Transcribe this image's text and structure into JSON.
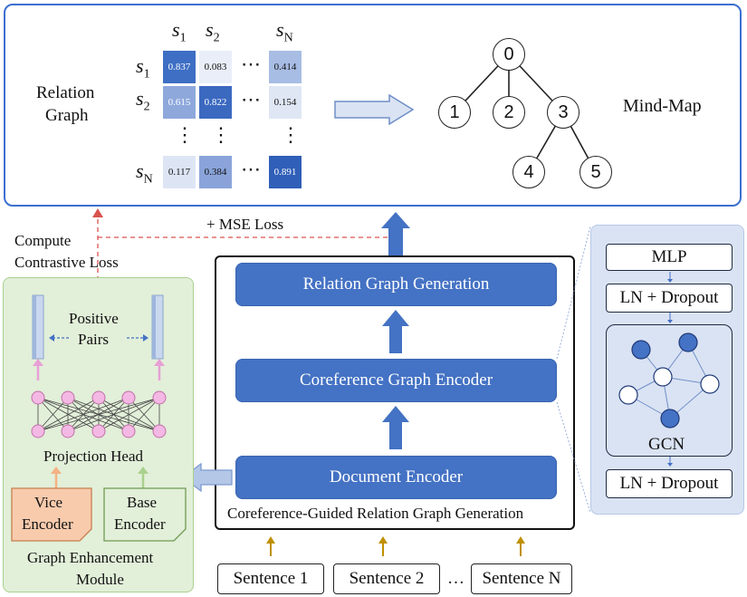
{
  "relation_graph_panel": {
    "title_line1": "Relation",
    "title_line2": "Graph",
    "col_headers": [
      "s",
      "s",
      "s"
    ],
    "col_subs": [
      "1",
      "2",
      "N"
    ],
    "row_headers": [
      "s",
      "s",
      "s"
    ],
    "row_subs": [
      "1",
      "2",
      "N"
    ],
    "matrix_values": [
      "0.837",
      "0.083",
      "0.414",
      "0.615",
      "0.822",
      "0.154",
      "0.117",
      "0.384",
      "0.891"
    ],
    "dots_h": "⋯",
    "dots_v": "⋮",
    "mind_map_label": "Mind-Map",
    "tree_nodes": [
      "0",
      "1",
      "2",
      "3",
      "4",
      "5"
    ]
  },
  "mse_loss_label": "+ MSE Loss",
  "contrastive_loss_line1": "Compute",
  "contrastive_loss_line2": "Contrastive Loss",
  "center_module": {
    "relation_graph_generation": "Relation Graph Generation",
    "coreference_graph_encoder": "Coreference Graph Encoder",
    "document_encoder": "Document Encoder",
    "caption": "Coreference-Guided Relation Graph Generation"
  },
  "left_module": {
    "positive_pairs_line1": "Positive",
    "positive_pairs_line2": "Pairs",
    "projection_head": "Projection Head",
    "vice_encoder_line1": "Vice",
    "vice_encoder_line2": "Encoder",
    "base_encoder_line1": "Base",
    "base_encoder_line2": "Encoder",
    "module_title_line1": "Graph Enhancement",
    "module_title_line2": "Module"
  },
  "right_module": {
    "mlp": "MLP",
    "ln_dropout_top": "LN + Dropout",
    "gcn": "GCN",
    "ln_dropout_bottom": "LN + Dropout"
  },
  "sentences": [
    "Sentence 1",
    "Sentence 2",
    "Sentence N"
  ],
  "sentence_ellipsis": "…",
  "colors": {
    "accent_blue": "#4472c4",
    "panel_border": "#3b6fd0",
    "green_panel": "#e2efd9",
    "blue_panel": "#dae3f3",
    "vice_encoder_fill": "#f8cbad",
    "base_encoder_fill": "#e2efd9",
    "pink_node": "#f4b8e4",
    "dashed_red": "#d9534f",
    "gold_arrow": "#bf9000"
  }
}
